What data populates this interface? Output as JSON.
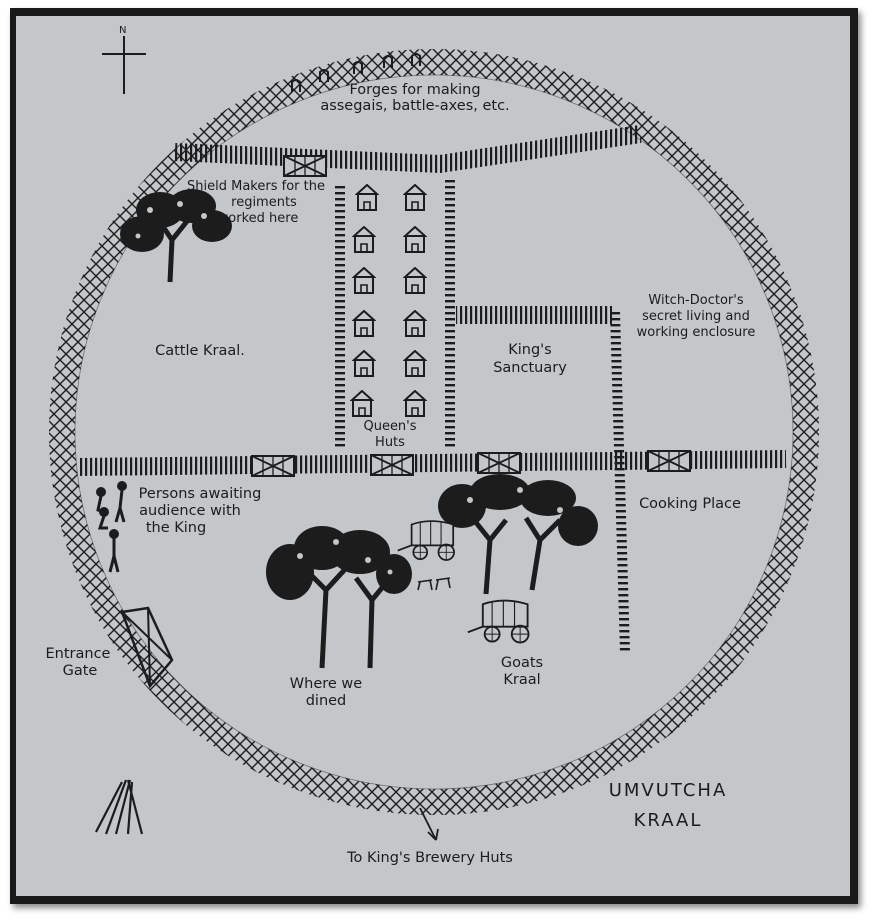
{
  "map": {
    "compass_letter": "N",
    "title_line1": "UMVUTCHA",
    "title_line2": "KRAAL",
    "labels": {
      "forges_1": "Forges for making",
      "forges_2": "assegais, battle-axes, etc.",
      "shield_1": "Shield Makers for the",
      "shield_2": "regiments",
      "shield_3": "worked here",
      "cattle": "Cattle Kraal.",
      "queens_1": "Queen's",
      "queens_2": "Huts",
      "kings_1": "King's",
      "kings_2": "Sanctuary",
      "witch_1": "Witch-Doctor's",
      "witch_2": "secret living and",
      "witch_3": "working enclosure",
      "persons_1": "Persons awaiting",
      "persons_2": "audience with",
      "persons_3": "the King",
      "cooking": "Cooking Place",
      "entrance_1": "Entrance",
      "entrance_2": "Gate",
      "dined_1": "Where we",
      "dined_2": "dined",
      "goats_1": "Goats",
      "goats_2": "Kraal",
      "brewery": "To King's Brewery Huts"
    },
    "colors": {
      "paper": "#c3c7c9",
      "ink": "#1c1c1c",
      "frame": "#1a1a1a"
    }
  }
}
